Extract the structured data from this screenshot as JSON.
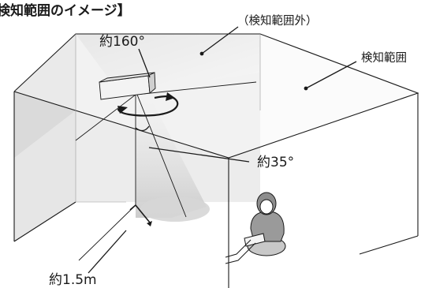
{
  "title": "検知範囲のイメージ】",
  "labels": {
    "outside_range": "（検知範囲外）",
    "detection_range": "検知範囲",
    "horizontal_angle": "約160°",
    "vertical_angle": "約35°",
    "install_height": "約1.5m"
  },
  "icons": {
    "sensor": "air-conditioner-sensor-icon",
    "person": "seated-woman-reading-icon",
    "rotation": "rotation-arrow-icon"
  },
  "colors": {
    "line": "#1a1a1a",
    "wall_left": "#d7d7d7",
    "wall_back": "#e9e9e9",
    "beam": "#c4c4c4",
    "floor_spot": "#d9d9d9"
  }
}
